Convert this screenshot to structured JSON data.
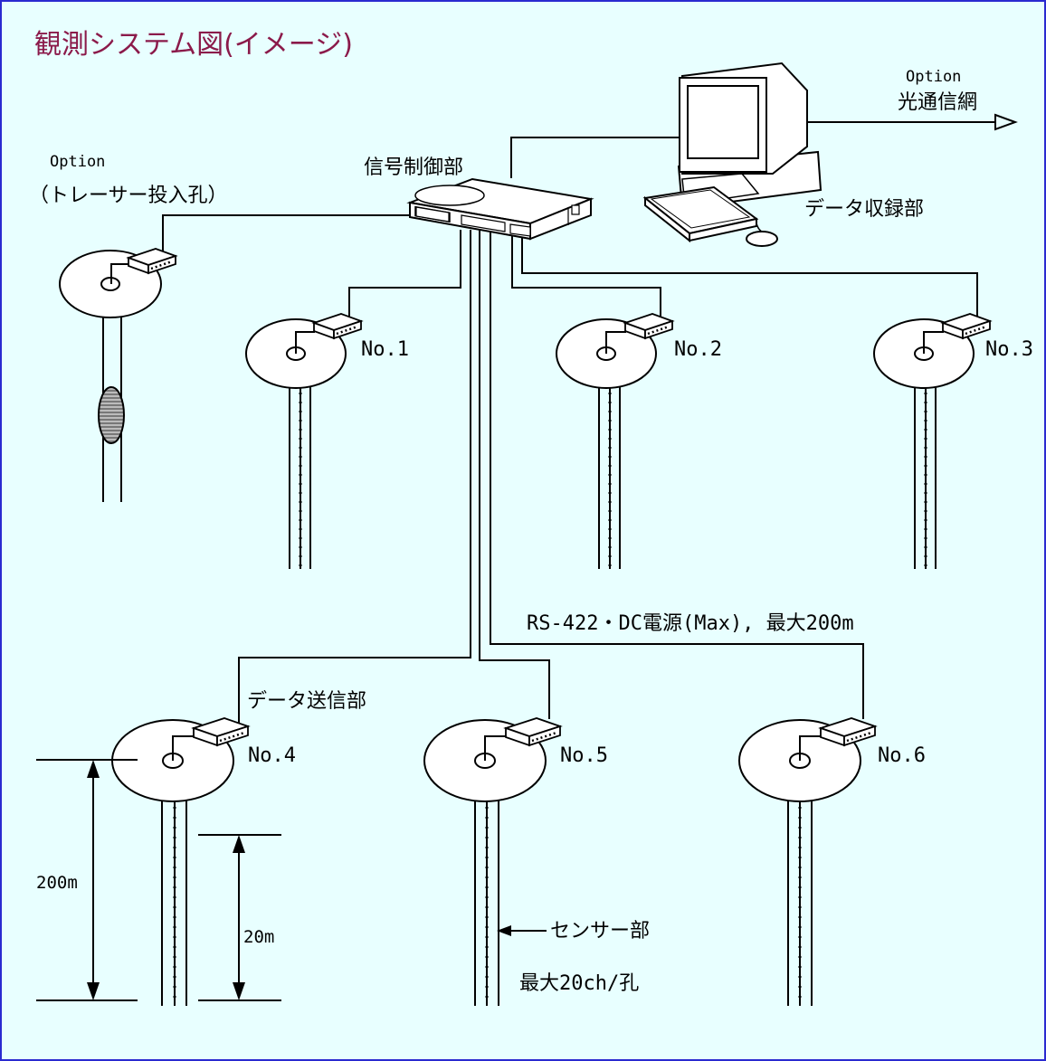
{
  "title": "観測システム図(イメージ)",
  "colors": {
    "background": "#e8ffff",
    "border": "#2a2ad0",
    "title": "#8b1a4a",
    "tracer": "#777777"
  },
  "labels": {
    "option_tracer": "Option",
    "tracer_hole": "（トレーサー投入孔）",
    "signal_control": "信号制御部",
    "option_network": "Option",
    "optical_network": "光通信網",
    "data_recorder": "データ収録部",
    "no1": "No.1",
    "no2": "No.2",
    "no3": "No.3",
    "no4": "No.4",
    "no5": "No.5",
    "no6": "No.6",
    "cable_spec": "RS-422・DC電源(Max), 最大200m",
    "data_transmitter": "データ送信部",
    "dim_200m": "200m",
    "dim_20m": "20m",
    "sensor_part": "センサー部",
    "max_channels": "最大20ch/孔"
  },
  "icons": [
    "computer-icon",
    "signal-controller-icon",
    "data-transmitter-icon",
    "mouse-icon",
    "keyboard-icon"
  ]
}
